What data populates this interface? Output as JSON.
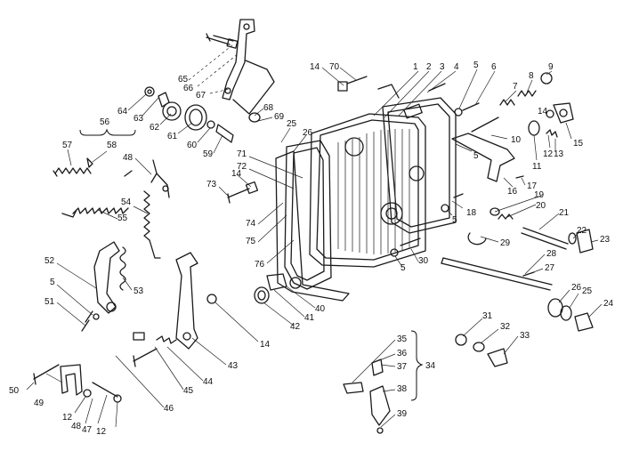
{
  "diagram": {
    "labels": [
      {
        "id": "l1",
        "text": "1"
      },
      {
        "id": "l2",
        "text": "2"
      },
      {
        "id": "l3",
        "text": "3"
      },
      {
        "id": "l4",
        "text": "4"
      },
      {
        "id": "l5a",
        "text": "5"
      },
      {
        "id": "l6",
        "text": "6"
      },
      {
        "id": "l7",
        "text": "7"
      },
      {
        "id": "l8",
        "text": "8"
      },
      {
        "id": "l9",
        "text": "9"
      },
      {
        "id": "l10",
        "text": "10"
      },
      {
        "id": "l5b",
        "text": "5"
      },
      {
        "id": "l11",
        "text": "11"
      },
      {
        "id": "l12a",
        "text": "12"
      },
      {
        "id": "l13",
        "text": "13"
      },
      {
        "id": "l14a",
        "text": "14"
      },
      {
        "id": "l15",
        "text": "15"
      },
      {
        "id": "l16",
        "text": "16"
      },
      {
        "id": "l17",
        "text": "17"
      },
      {
        "id": "l18",
        "text": "18"
      },
      {
        "id": "l5c",
        "text": "5"
      },
      {
        "id": "l19",
        "text": "19"
      },
      {
        "id": "l20",
        "text": "20"
      },
      {
        "id": "l21",
        "text": "21"
      },
      {
        "id": "l22",
        "text": "22"
      },
      {
        "id": "l23",
        "text": "23"
      },
      {
        "id": "l29",
        "text": "29"
      },
      {
        "id": "l28",
        "text": "28"
      },
      {
        "id": "l27",
        "text": "27"
      },
      {
        "id": "l26b",
        "text": "26"
      },
      {
        "id": "l25b",
        "text": "25"
      },
      {
        "id": "l24",
        "text": "24"
      },
      {
        "id": "l30",
        "text": "30"
      },
      {
        "id": "l5d",
        "text": "5"
      },
      {
        "id": "l31",
        "text": "31"
      },
      {
        "id": "l32",
        "text": "32"
      },
      {
        "id": "l33",
        "text": "33"
      },
      {
        "id": "l35",
        "text": "35"
      },
      {
        "id": "l36",
        "text": "36"
      },
      {
        "id": "l37",
        "text": "37"
      },
      {
        "id": "l34",
        "text": "34"
      },
      {
        "id": "l38",
        "text": "38"
      },
      {
        "id": "l39",
        "text": "39"
      },
      {
        "id": "l14b",
        "text": "14"
      },
      {
        "id": "l70",
        "text": "70"
      },
      {
        "id": "l65",
        "text": "65"
      },
      {
        "id": "l66",
        "text": "66"
      },
      {
        "id": "l67",
        "text": "67"
      },
      {
        "id": "l64",
        "text": "64"
      },
      {
        "id": "l63",
        "text": "63"
      },
      {
        "id": "l62",
        "text": "62"
      },
      {
        "id": "l61",
        "text": "61"
      },
      {
        "id": "l60",
        "text": "60"
      },
      {
        "id": "l59",
        "text": "59"
      },
      {
        "id": "l68",
        "text": "68"
      },
      {
        "id": "l69",
        "text": "69"
      },
      {
        "id": "l25a",
        "text": "25"
      },
      {
        "id": "l26a",
        "text": "26"
      },
      {
        "id": "l56",
        "text": "56"
      },
      {
        "id": "l57",
        "text": "57"
      },
      {
        "id": "l58",
        "text": "58"
      },
      {
        "id": "l48",
        "text": "48"
      },
      {
        "id": "l55",
        "text": "55"
      },
      {
        "id": "l54",
        "text": "54"
      },
      {
        "id": "l71",
        "text": "71"
      },
      {
        "id": "l72",
        "text": "72"
      },
      {
        "id": "l14c",
        "text": "14"
      },
      {
        "id": "l73",
        "text": "73"
      },
      {
        "id": "l74",
        "text": "74"
      },
      {
        "id": "l75",
        "text": "75"
      },
      {
        "id": "l76",
        "text": "76"
      },
      {
        "id": "l52",
        "text": "52"
      },
      {
        "id": "l5e",
        "text": "5"
      },
      {
        "id": "l51",
        "text": "51"
      },
      {
        "id": "l53",
        "text": "53"
      },
      {
        "id": "l40",
        "text": "40"
      },
      {
        "id": "l41",
        "text": "41"
      },
      {
        "id": "l42",
        "text": "42"
      },
      {
        "id": "l14d",
        "text": "14"
      },
      {
        "id": "l43",
        "text": "43"
      },
      {
        "id": "l44",
        "text": "44"
      },
      {
        "id": "l45",
        "text": "45"
      },
      {
        "id": "l46",
        "text": "46"
      },
      {
        "id": "l50",
        "text": "50"
      },
      {
        "id": "l49",
        "text": "49"
      },
      {
        "id": "l12b",
        "text": "12"
      },
      {
        "id": "l48b",
        "text": "48"
      },
      {
        "id": "l47",
        "text": "47"
      },
      {
        "id": "l12c",
        "text": "12"
      }
    ]
  }
}
